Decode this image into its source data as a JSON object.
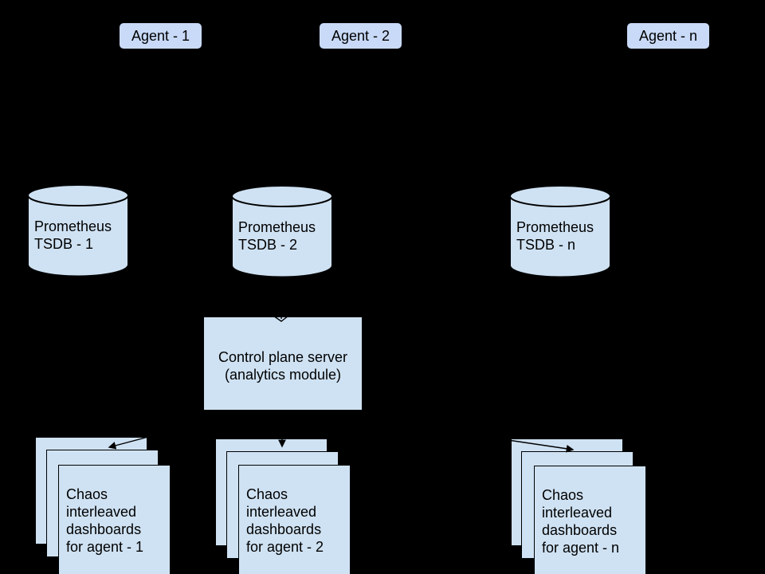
{
  "diagram": {
    "colors": {
      "background": "#000000",
      "node_fill": "#cfe2f3",
      "agent_fill": "#c9daf8",
      "border": "#000000",
      "text": "#000000"
    },
    "agents": [
      {
        "label": "Agent - 1"
      },
      {
        "label": "Agent - 2"
      },
      {
        "label": "Agent - n"
      }
    ],
    "tsdb_cylinders": [
      {
        "lines": [
          "Prometheus",
          "TSDB - 1"
        ]
      },
      {
        "lines": [
          "Prometheus",
          "TSDB - 2"
        ]
      },
      {
        "lines": [
          "Prometheus",
          "TSDB - n"
        ]
      }
    ],
    "control_plane": {
      "lines": [
        "Control plane server",
        "(analytics module)"
      ]
    },
    "dashboard_stacks": [
      {
        "lines": [
          "Chaos",
          "interleaved",
          "dashboards",
          "for agent - 1"
        ]
      },
      {
        "lines": [
          "Chaos",
          "interleaved",
          "dashboards",
          "for agent - 2"
        ]
      },
      {
        "lines": [
          "Chaos",
          "interleaved",
          "dashboards",
          "for agent - n"
        ]
      }
    ],
    "edges": [
      {
        "from": "Prometheus TSDB - 2",
        "to": "Control plane server (analytics module)",
        "arrowhead": "open"
      },
      {
        "from": "Control plane server (analytics module)",
        "to": "Chaos interleaved dashboards for agent - 1",
        "arrowhead": "filled"
      },
      {
        "from": "Control plane server (analytics module)",
        "to": "Chaos interleaved dashboards for agent - 2",
        "arrowhead": "filled"
      },
      {
        "from": "Control plane server (analytics module)",
        "to": "Chaos interleaved dashboards for agent - n",
        "arrowhead": "filled"
      }
    ]
  }
}
